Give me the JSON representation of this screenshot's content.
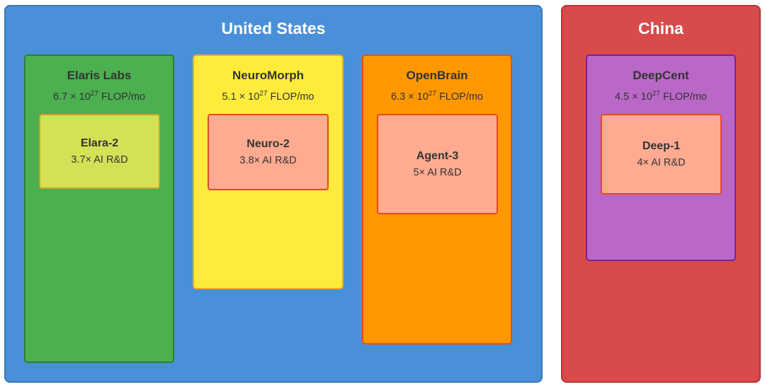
{
  "regions": [
    {
      "name": "United States",
      "color": "#4a90d9",
      "labs": [
        {
          "name": "Elaris Labs",
          "flop_base": "6.7 × 10",
          "flop_exp": "27",
          "flop_unit": "FLOP/mo",
          "color": "#4caf50",
          "model": {
            "name": "Elara-2",
            "rd": "3.7× AI R&D",
            "color": "#d4e157"
          }
        },
        {
          "name": "NeuroMorph",
          "flop_base": "5.1 × 10",
          "flop_exp": "27",
          "flop_unit": "FLOP/mo",
          "color": "#ffeb3b",
          "model": {
            "name": "Neuro-2",
            "rd": "3.8× AI R&D",
            "color": "#ffab91"
          }
        },
        {
          "name": "OpenBrain",
          "flop_base": "6.3 × 10",
          "flop_exp": "27",
          "flop_unit": "FLOP/mo",
          "color": "#ff9800",
          "model": {
            "name": "Agent-3",
            "rd": "5× AI R&D",
            "color": "#ffab91"
          }
        }
      ]
    },
    {
      "name": "China",
      "color": "#d94a4a",
      "labs": [
        {
          "name": "DeepCent",
          "flop_base": "4.5 × 10",
          "flop_exp": "27",
          "flop_unit": "FLOP/mo",
          "color": "#ba68c8",
          "model": {
            "name": "Deep-1",
            "rd": "4× AI R&D",
            "color": "#ffab91"
          }
        }
      ]
    }
  ]
}
